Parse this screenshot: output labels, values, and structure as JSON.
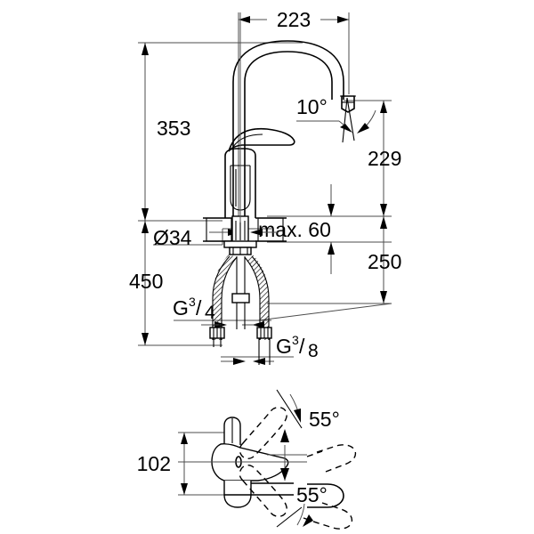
{
  "drawing": {
    "title": "Kitchen mixer tap dimensional drawing",
    "background_color": "#ffffff",
    "line_color": "#000000",
    "dimension_line_color": "#4d4d4d",
    "views": [
      {
        "name": "front-elevation",
        "description": "Front elevation of single-lever kitchen mixer with C-spout"
      },
      {
        "name": "top-plan-swivel",
        "description": "Plan view showing lever and spout swivel range"
      }
    ]
  },
  "dimensions": {
    "spout_reach": {
      "label": "223",
      "orientation": "horizontal",
      "units": "mm"
    },
    "total_height": {
      "label": "353",
      "orientation": "vertical",
      "units": "mm"
    },
    "spout_outlet_height": {
      "label": "229",
      "orientation": "vertical",
      "units": "mm"
    },
    "below_deck_length": {
      "label": "450",
      "orientation": "vertical",
      "units": "mm"
    },
    "hose_length": {
      "label": "250",
      "orientation": "vertical",
      "units": "mm"
    },
    "deck_thickness": {
      "label": "max. 60",
      "orientation": "vertical",
      "units": "mm"
    },
    "mounting_hole": {
      "label": "Ø34",
      "orientation": "horizontal",
      "units": "mm"
    },
    "lever_height": {
      "label": "102",
      "orientation": "vertical",
      "units": "mm"
    },
    "outlet_angle": {
      "label": "10°",
      "orientation": "angular",
      "units": "degrees"
    },
    "swivel_upper": {
      "label": "55°",
      "orientation": "angular",
      "units": "degrees"
    },
    "swivel_lower": {
      "label": "55°",
      "orientation": "angular",
      "units": "degrees"
    }
  },
  "thread_callouts": {
    "inlet_upper": {
      "prefix": "G",
      "numerator": "3",
      "denominator": "4",
      "full": "G 3/4"
    },
    "inlet_lower": {
      "prefix": "G",
      "numerator": "3",
      "denominator": "8",
      "full": "G 3/8"
    }
  }
}
